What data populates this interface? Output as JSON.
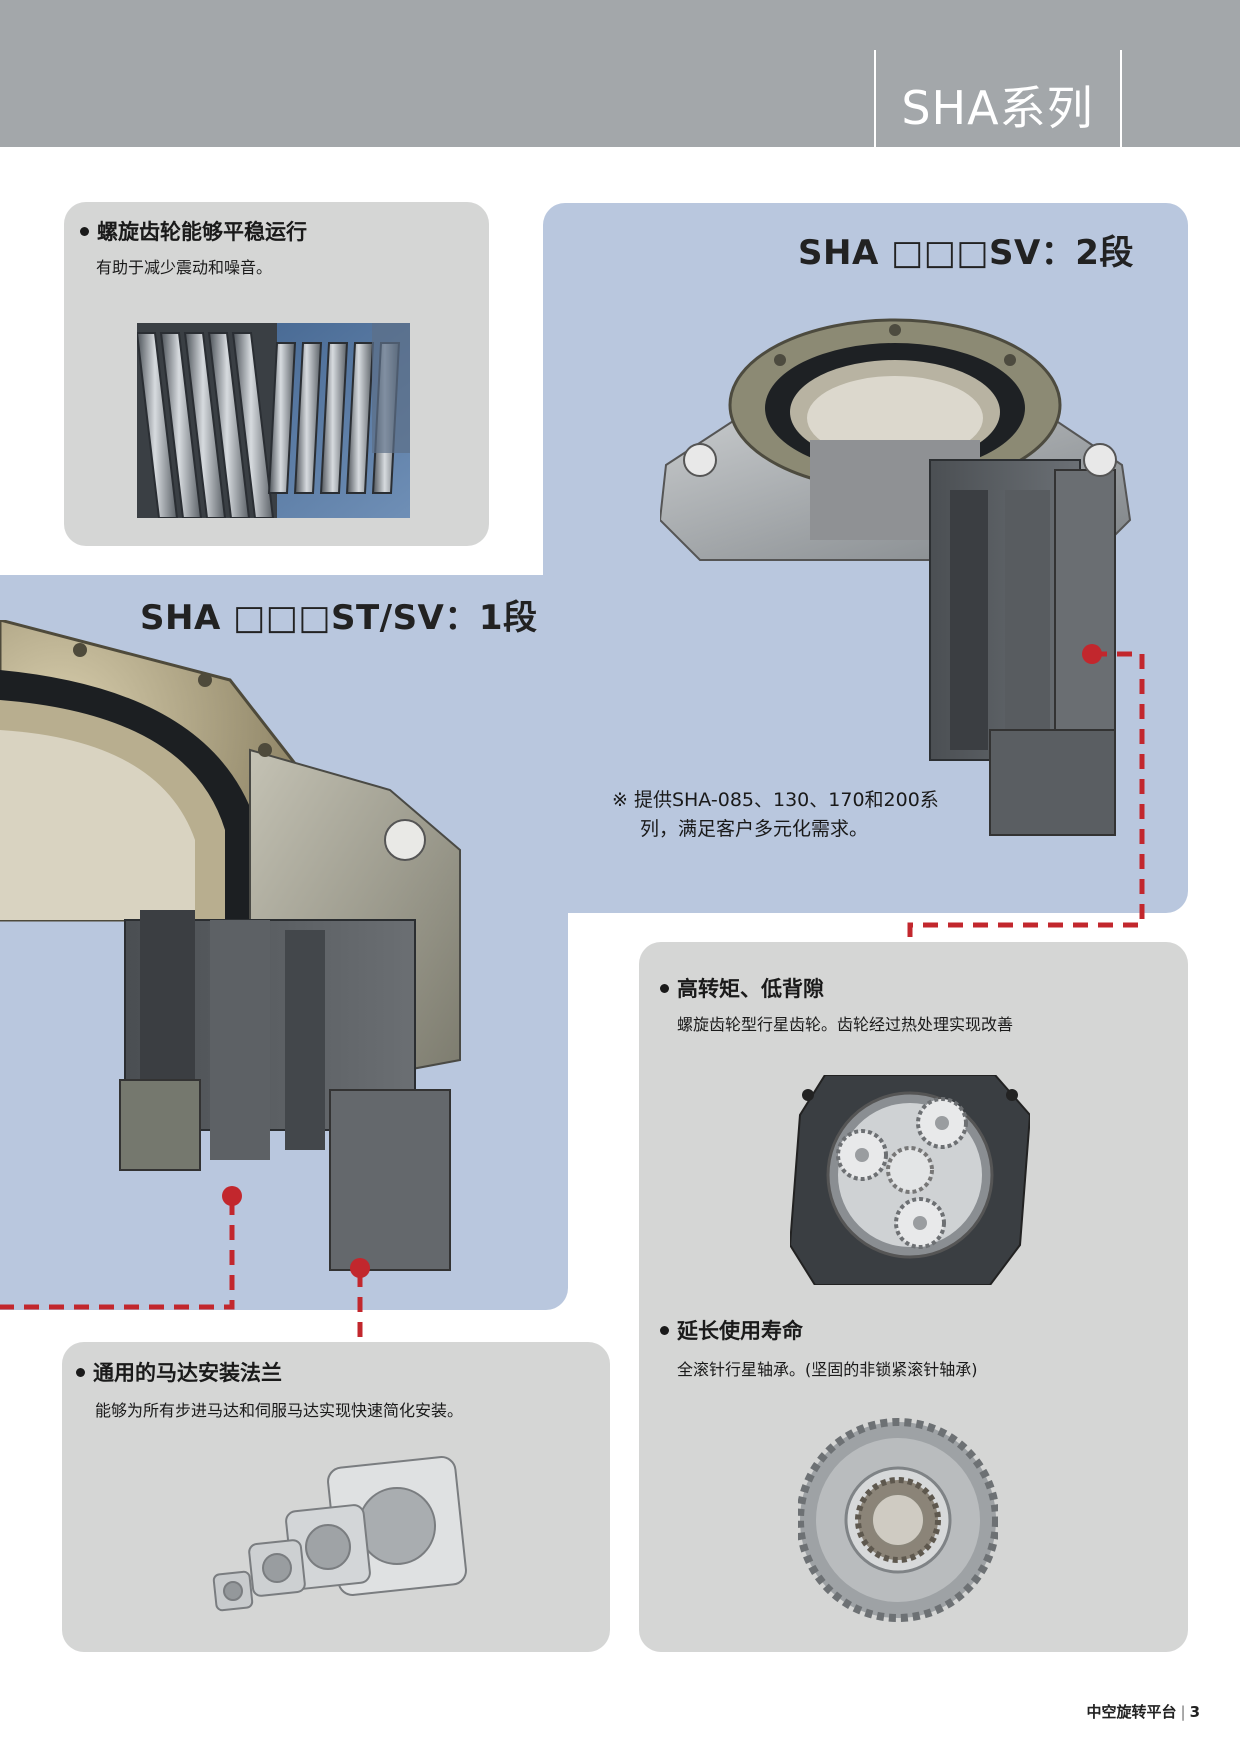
{
  "header": {
    "series_title": "SHA系列"
  },
  "panels": {
    "helical": {
      "title": "螺旋齿轮能够平稳运行",
      "desc": "有助于减少震动和噪音。"
    },
    "two_stage": {
      "model": "SHA □□□SV：2段",
      "note_line1": "※ 提供SHA-085、130、170和200系",
      "note_line2": "列，满足客户多元化需求。"
    },
    "one_stage": {
      "model": "SHA □□□ST/SV：1段"
    },
    "torque": {
      "title": "高转矩、低背隙",
      "desc": "螺旋齿轮型行星齿轮。齿轮经过热处理实现改善"
    },
    "life": {
      "title": "延长使用寿命",
      "desc": "全滚针行星轴承。(坚固的非锁紧滚针轴承)"
    },
    "flange": {
      "title": "通用的马达安装法兰",
      "desc": "能够为所有步进马达和伺服马达实现快速简化安装。"
    }
  },
  "footer": {
    "label": "中空旋转平台",
    "page_number": "3"
  },
  "colors": {
    "header_band": "#a3a7aa",
    "gray_panel": "#d5d6d5",
    "blue_panel": "#b9c7de",
    "accent_red": "#c2272d"
  }
}
